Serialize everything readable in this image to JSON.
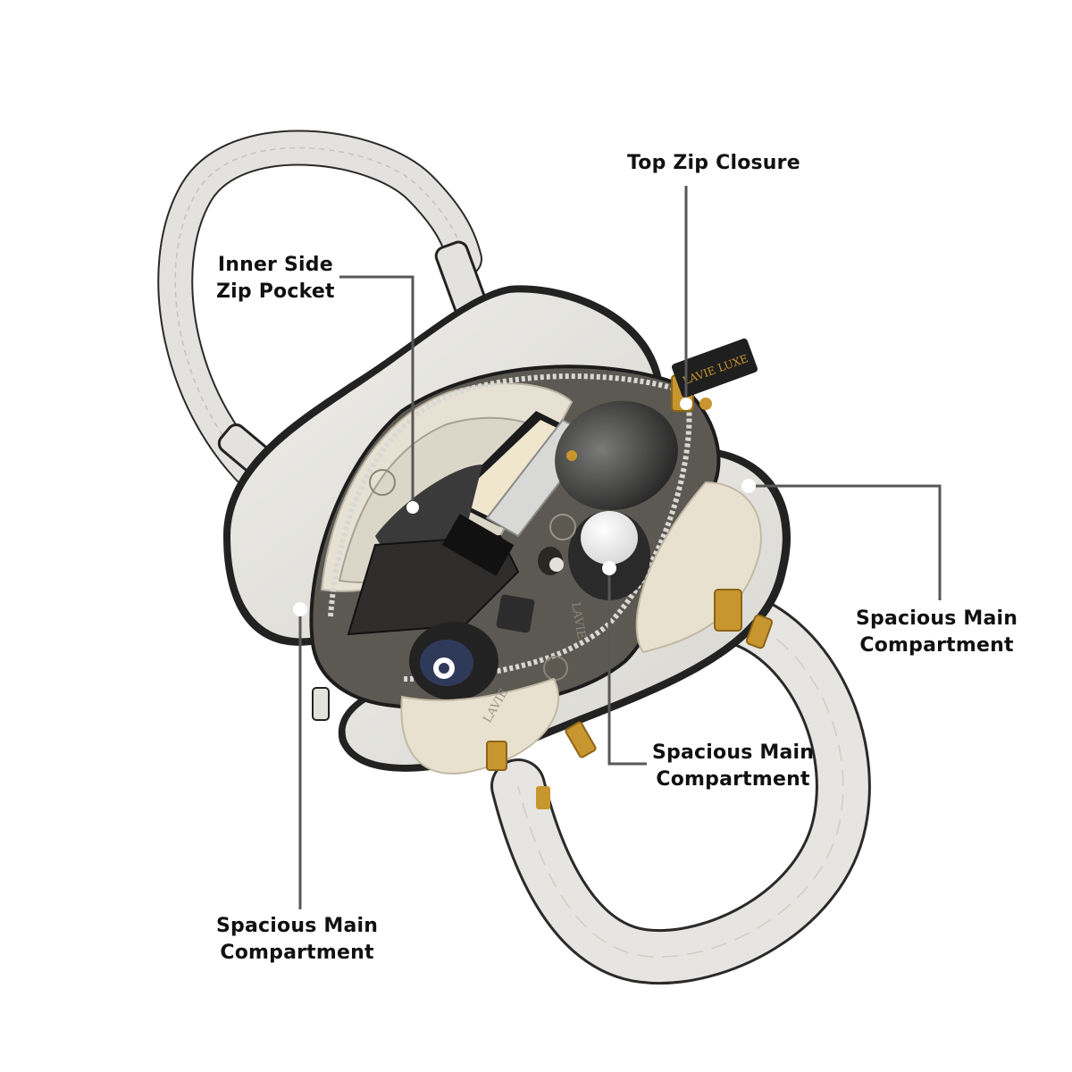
{
  "annotations": {
    "top_zip": {
      "lines": [
        "Top Zip Closure"
      ]
    },
    "inner_side_zip": {
      "lines": [
        "Inner Side",
        "Zip Pocket"
      ]
    },
    "main_right": {
      "lines": [
        "Spacious Main",
        "Compartment"
      ]
    },
    "main_center": {
      "lines": [
        "Spacious Main",
        "Compartment"
      ]
    },
    "main_bottom": {
      "lines": [
        "Spacious Main",
        "Compartment"
      ]
    }
  },
  "brand_marks": {
    "tag": "LAVIE LUXE",
    "lining": "LAVIE"
  },
  "colors": {
    "background": "#ffffff",
    "leather": "#e4e3df",
    "leather_shadow": "#c9c8c3",
    "edge": "#1c1c1c",
    "lining": "#e7e1d4",
    "interior_dark": "#5b5952",
    "hardware": "#c8962e",
    "leader_line": "#575757",
    "marker_dot": "#ffffff"
  },
  "icons": {
    "product": "handbag-photo",
    "marker": "white-dot-marker"
  }
}
